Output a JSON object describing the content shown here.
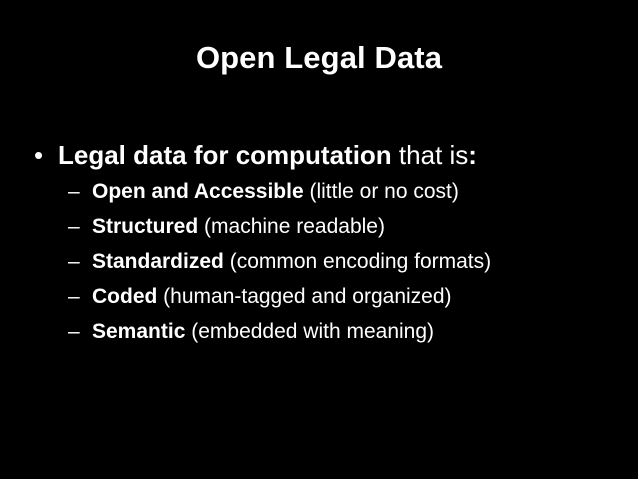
{
  "slide": {
    "background_color": "#000000",
    "text_color": "#FFFFFF",
    "title": "Open Legal Data",
    "bullet_marker": "•",
    "sub_bullet_marker": "–",
    "main_bullet": {
      "lead_bold": "Legal data for computation",
      "space": " ",
      "middle_regular": "that is",
      "trailing_bold": ":"
    },
    "sub_bullets": [
      {
        "term": "Open and Accessible",
        "space": " ",
        "detail": "(little or no cost)"
      },
      {
        "term": "Structured",
        "space": " ",
        "detail": "(machine readable)"
      },
      {
        "term": "Standardized",
        "space": " ",
        "detail": "(common encoding formats)"
      },
      {
        "term": "Coded",
        "space": " ",
        "detail": "(human-tagged and organized)"
      },
      {
        "term": "Semantic",
        "space": " ",
        "detail": "(embedded with meaning)"
      }
    ]
  }
}
